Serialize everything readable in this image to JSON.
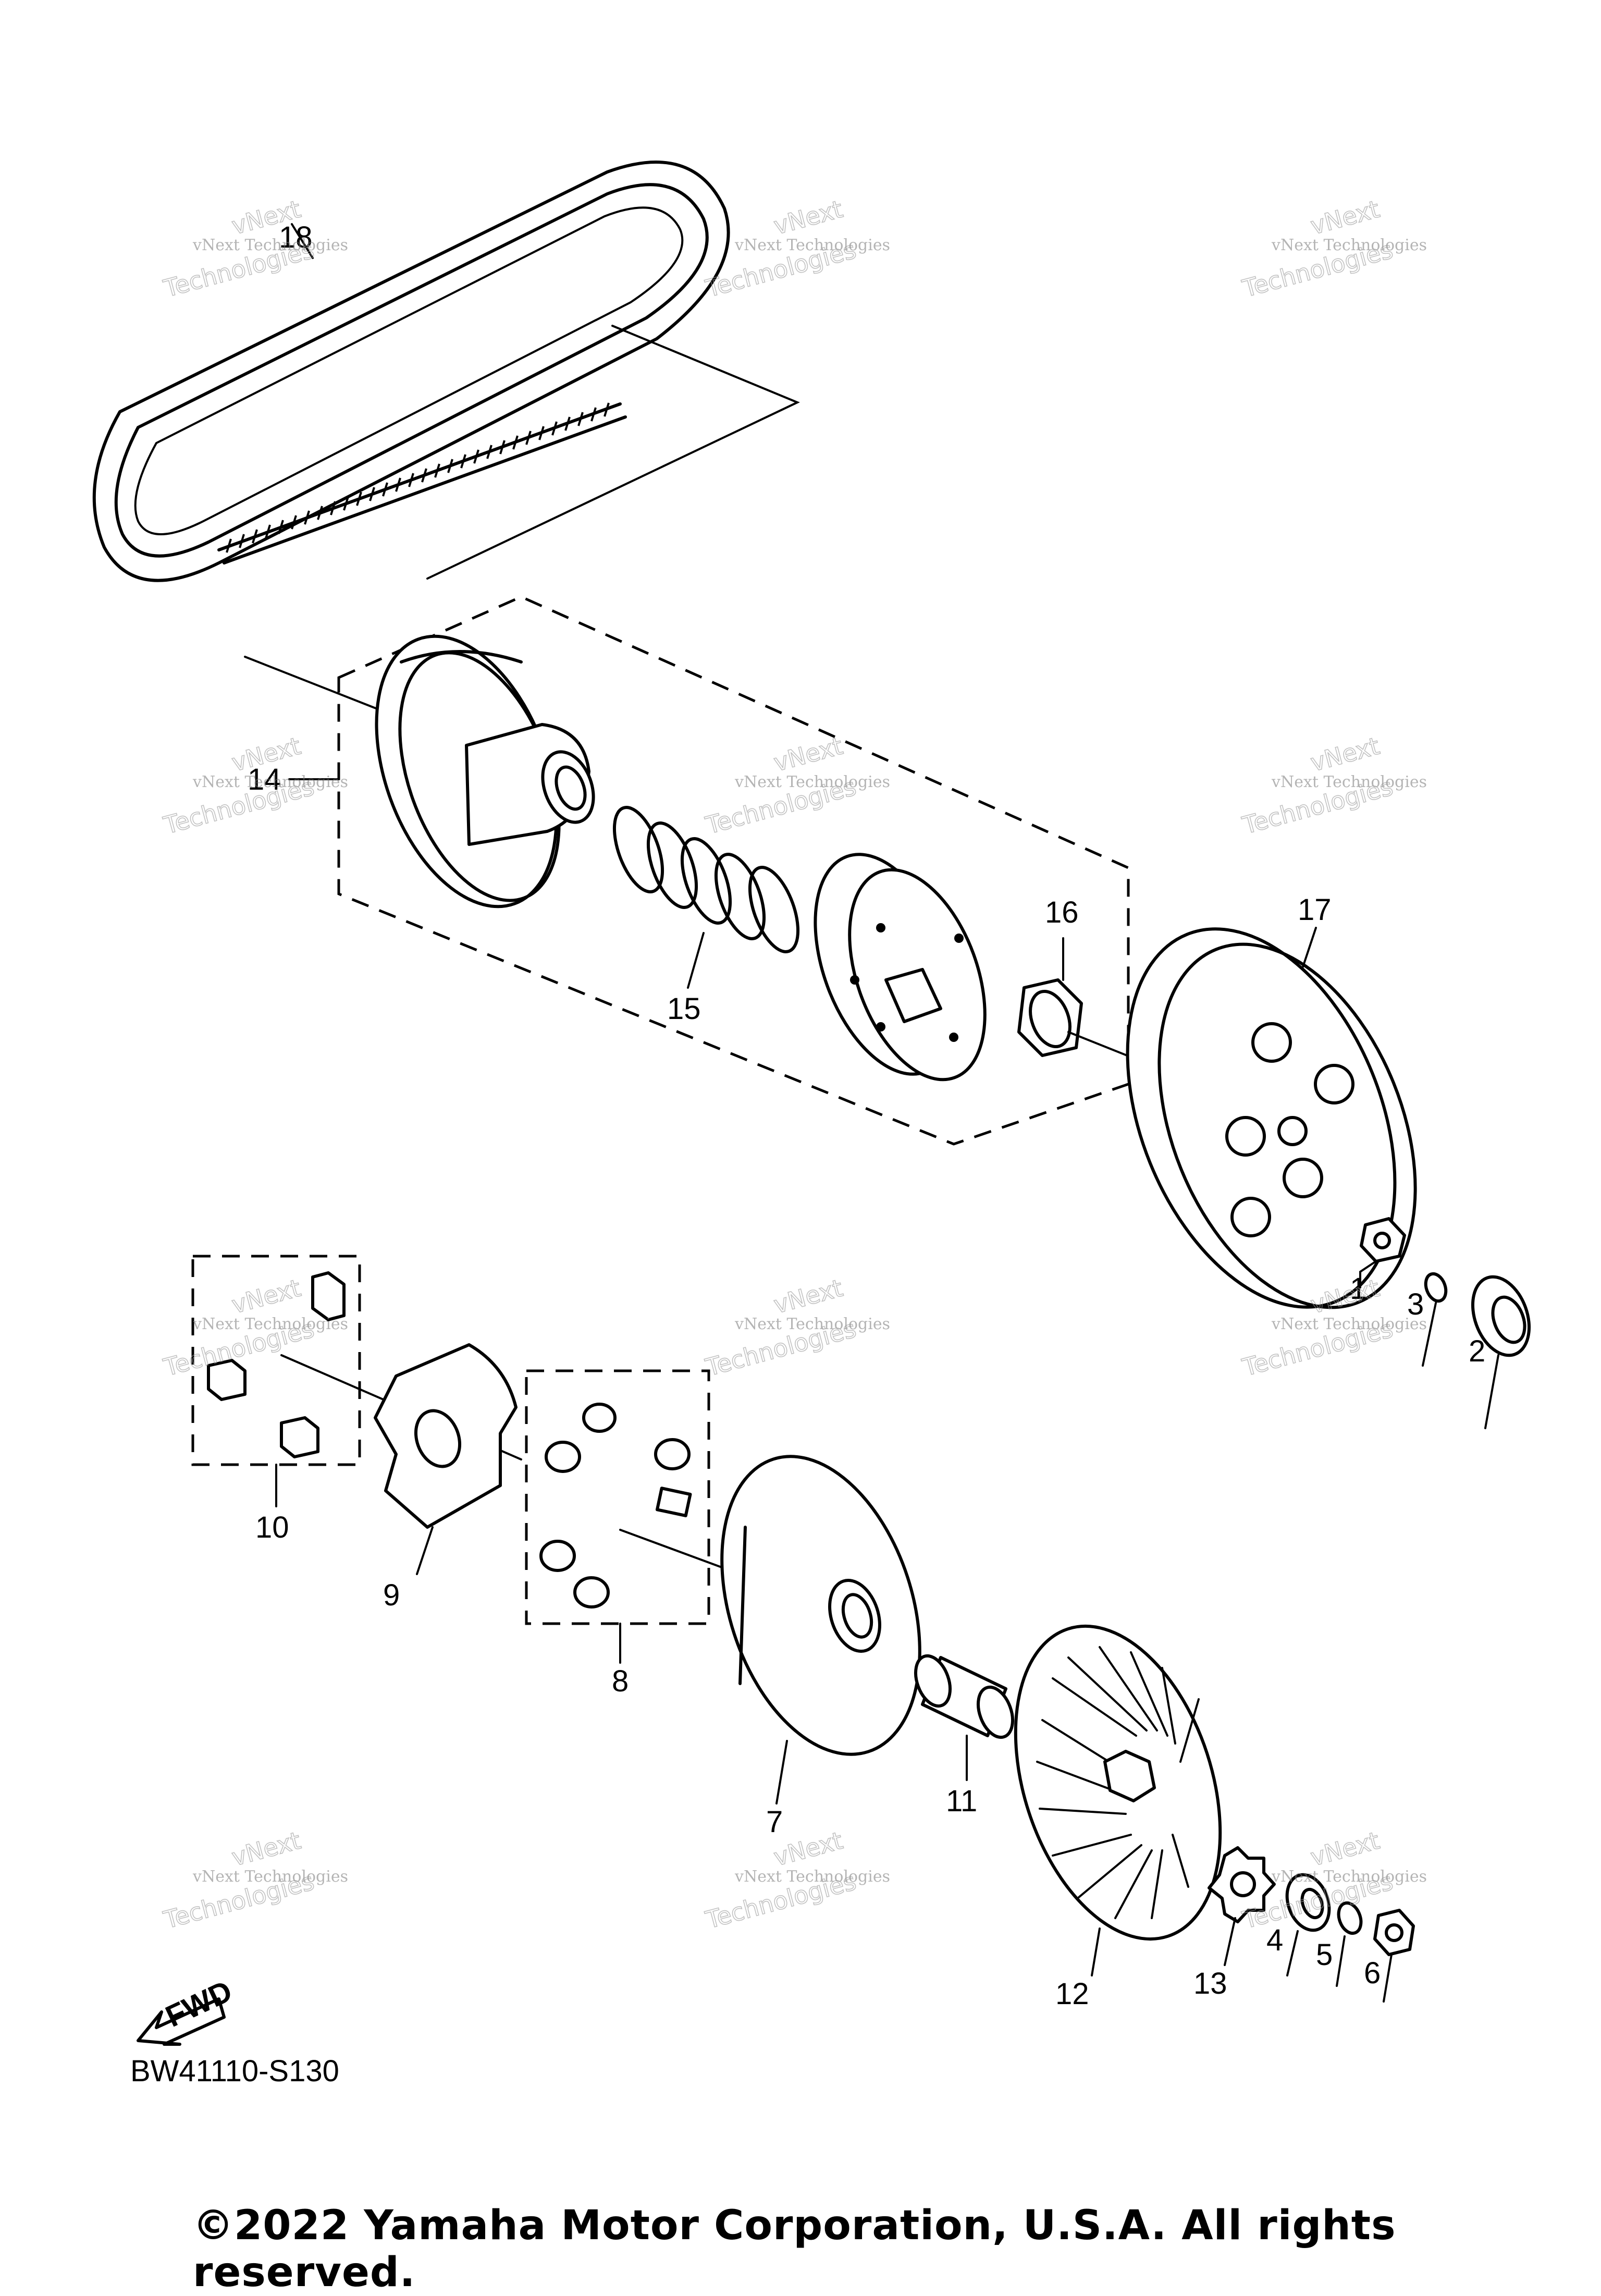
{
  "callouts": [
    "1",
    "2",
    "3",
    "4",
    "5",
    "6",
    "7",
    "8",
    "9",
    "10",
    "11",
    "12",
    "13",
    "14",
    "15",
    "16",
    "17",
    "18"
  ],
  "watermark": {
    "line1": "vNext Technologies",
    "line2": "vNext",
    "line3": "Technologies"
  },
  "fwd_arrow_label": "FWD",
  "part_code": "BW41110-S130",
  "copyright": "©2022 Yamaha Motor Corporation, U.S.A. All rights reserved.",
  "icons": [
    "fwd-arrow-icon"
  ]
}
